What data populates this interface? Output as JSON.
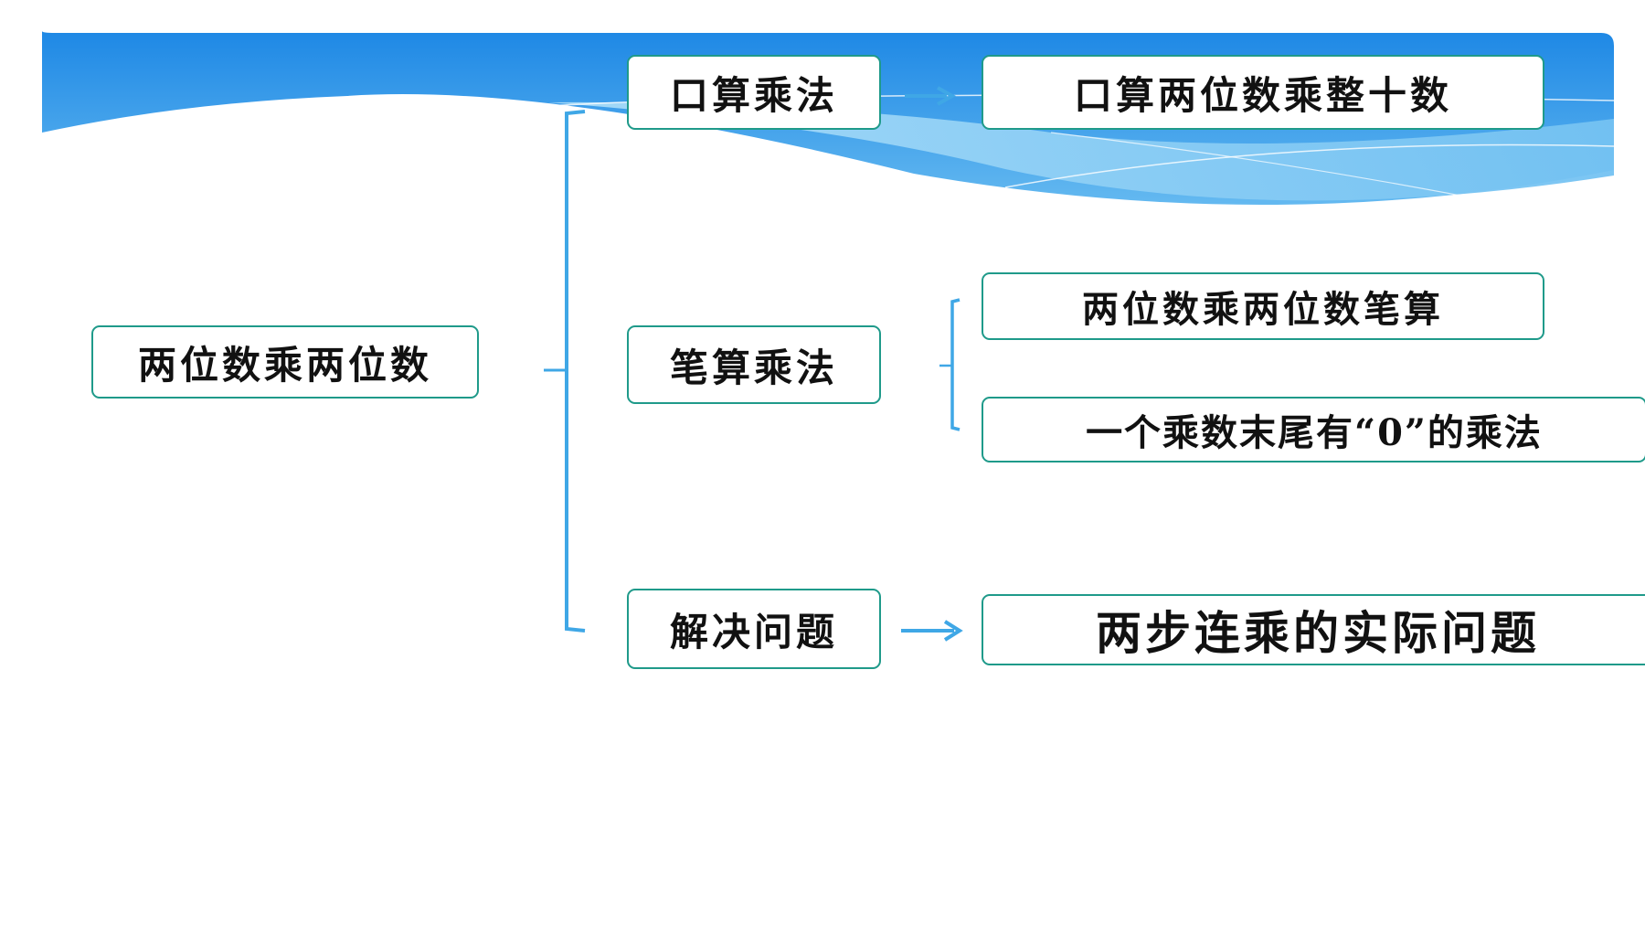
{
  "diagram": {
    "root": {
      "label": "两位数乘两位数"
    },
    "branches": [
      {
        "label": "口算乘法",
        "children": [
          "口算两位数乘整十数"
        ]
      },
      {
        "label": "笔算乘法",
        "children": [
          "两位数乘两位数笔算",
          "一个乘数末尾有“0”的乘法"
        ]
      },
      {
        "label": "解决问题",
        "children": [
          "两步连乘的实际问题"
        ]
      }
    ]
  },
  "colors": {
    "node_border": "#1f9a8a",
    "connector": "#3fa7e6",
    "header_top": "#1e88e5",
    "header_light": "#90d0f5"
  }
}
